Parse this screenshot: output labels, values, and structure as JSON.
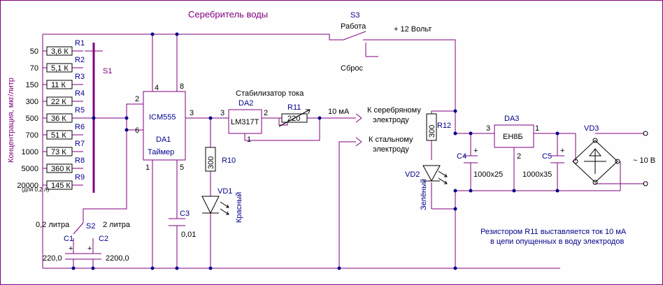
{
  "title": "Серебритель воды",
  "axis_label": "Концентрация, мкг/литр",
  "concentrations": [
    "50",
    "70",
    "150",
    "300",
    "500",
    "700",
    "1000",
    "5000",
    "20000"
  ],
  "conc_note": "(для 0,2 л)",
  "resistors": [
    {
      "ref": "R1",
      "value": "3,6 К"
    },
    {
      "ref": "R2",
      "value": "5,1 К"
    },
    {
      "ref": "R3",
      "value": "11 К"
    },
    {
      "ref": "R4",
      "value": "22 К"
    },
    {
      "ref": "R5",
      "value": "36 К"
    },
    {
      "ref": "R6",
      "value": "51 К"
    },
    {
      "ref": "R7",
      "value": "73 К"
    },
    {
      "ref": "R8",
      "value": "360 К"
    },
    {
      "ref": "R9",
      "value": "145 К"
    }
  ],
  "s1": "S1",
  "da1": {
    "chip": "ICM555",
    "ref": "DA1",
    "name": "Таймер",
    "pin2": "2",
    "pin4": "4",
    "pin8": "8",
    "pin6": "6",
    "pin3": "3",
    "pin1": "1",
    "pin5": "5"
  },
  "da2": {
    "heading": "Стабилизатор тока",
    "ref": "DA2",
    "chip": "LM317T",
    "pin3": "3",
    "pin2": "2",
    "pin1": "1"
  },
  "r11": {
    "ref": "R11",
    "value": "220"
  },
  "current": "10 мА",
  "r10": {
    "ref": "R10",
    "value": "300"
  },
  "vd1": {
    "ref": "VD1",
    "color": "Красный"
  },
  "c3": {
    "ref": "C3",
    "value": "0,01"
  },
  "s2": {
    "ref": "S2",
    "left": "0,2 литра",
    "right": "2 литра"
  },
  "c1": {
    "ref": "C1",
    "value": "220,0"
  },
  "c2": {
    "ref": "C2",
    "value": "2200,0"
  },
  "plus": "+",
  "s3": {
    "ref": "S3",
    "work": "Работа",
    "reset": "Сброс"
  },
  "supply": "+ 12 Вольт",
  "silver_electrode": [
    "К серебряному",
    "электроду"
  ],
  "steel_electrode": [
    "К стальному",
    "электроду"
  ],
  "r12": {
    "ref": "R12",
    "value": "300"
  },
  "vd2": {
    "ref": "VD2",
    "color": "Зелёный"
  },
  "c4": {
    "ref": "C4",
    "value": "1000x25"
  },
  "da3": {
    "ref": "DA3",
    "chip": "ЕН8Б",
    "pin3": "3",
    "pin1": "1",
    "pin2": "2"
  },
  "c5": {
    "ref": "C5",
    "value": "1000x35"
  },
  "vd3": {
    "ref": "VD3"
  },
  "ac_input": "~ 10 В",
  "note": [
    "Резистором R11 выставляется ток 10 мА",
    "в цепи опущенных в воду электродов"
  ],
  "colors": {
    "wire": "#800080",
    "junction": "#00008b",
    "text": "#000000"
  }
}
